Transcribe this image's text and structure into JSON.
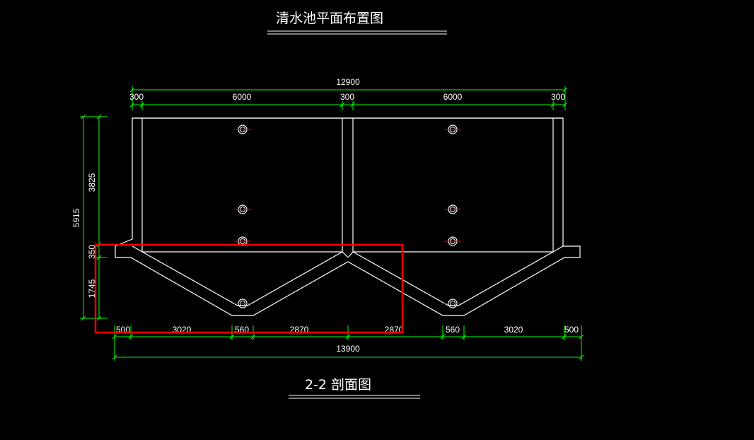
{
  "titles": {
    "plan": "清水池平面布置图",
    "section": "2-2 剖面图"
  },
  "dimensions": {
    "top_total": "12900",
    "top_parts": [
      "300",
      "6000",
      "300",
      "6000",
      "300"
    ],
    "left_total": "5915",
    "left_parts": [
      "3825",
      "350",
      "1745"
    ],
    "bottom_parts": [
      "500",
      "3020",
      "560",
      "2870",
      "2870",
      "560",
      "3020",
      "500"
    ],
    "bottom_total": "13900"
  },
  "colors": {
    "background": "#000000",
    "outline": "#ffffff",
    "dimension": "#00ff00",
    "centerline": "#ff0000",
    "highlight": "#ff0000"
  }
}
